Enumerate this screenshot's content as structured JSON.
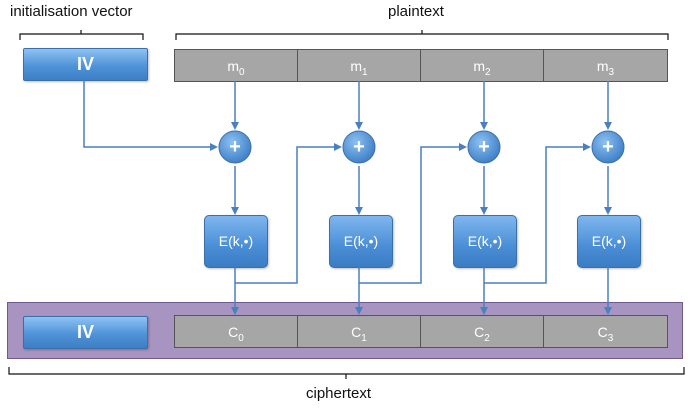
{
  "labels": {
    "iv_top": "initialisation vector",
    "plaintext": "plaintext",
    "ciphertext": "ciphertext"
  },
  "iv_label": "IV",
  "plaintext_blocks": [
    {
      "base": "m",
      "sub": "0"
    },
    {
      "base": "m",
      "sub": "1"
    },
    {
      "base": "m",
      "sub": "2"
    },
    {
      "base": "m",
      "sub": "3"
    }
  ],
  "ciphertext_blocks": [
    {
      "base": "C",
      "sub": "0"
    },
    {
      "base": "C",
      "sub": "1"
    },
    {
      "base": "C",
      "sub": "2"
    },
    {
      "base": "C",
      "sub": "3"
    }
  ],
  "encrypt_label": "E(k,•)",
  "xor_symbol": "+",
  "colors": {
    "block_blue": "#4f93d8",
    "cell_gray": "#a6a6a6",
    "cipher_band": "#a894c0",
    "arrow": "#4a7fc0"
  }
}
